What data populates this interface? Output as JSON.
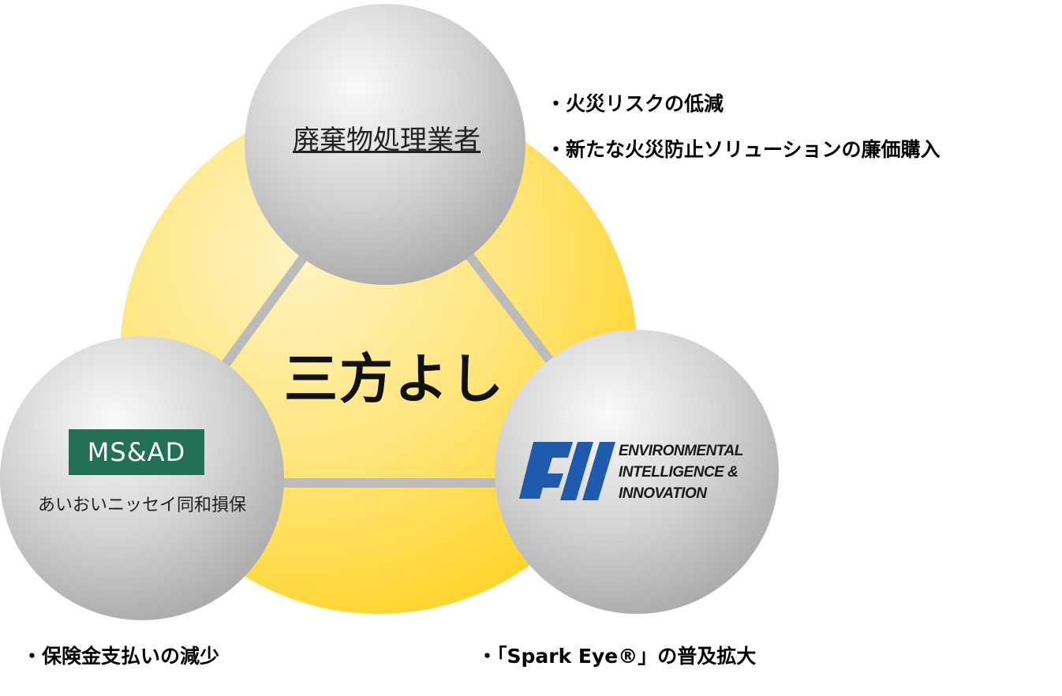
{
  "center": {
    "title": "三方よし"
  },
  "nodes": {
    "top": {
      "label": "廃棄物処理業者"
    },
    "left": {
      "logo_text": "MS&AD",
      "name": "あいおいニッセイ同和損保"
    },
    "right": {
      "logo_lines": [
        "ENVIRONMENTAL",
        "INTELLIGENCE &",
        "INNOVATION"
      ]
    }
  },
  "benefits": {
    "top": [
      "・火災リスクの低減",
      "・新たな火災防止ソリューションの廉価購入"
    ],
    "left": [
      "・保険金支払いの減少"
    ],
    "right": [
      "・「Spark Eye®」の普及拡大"
    ]
  },
  "colors": {
    "center_circle": "#FFE066",
    "node_circle": "#BDBDBD",
    "connector": "#BBBBBB",
    "msad_green": "#227155",
    "eii_blue": "#1E5AAE"
  }
}
